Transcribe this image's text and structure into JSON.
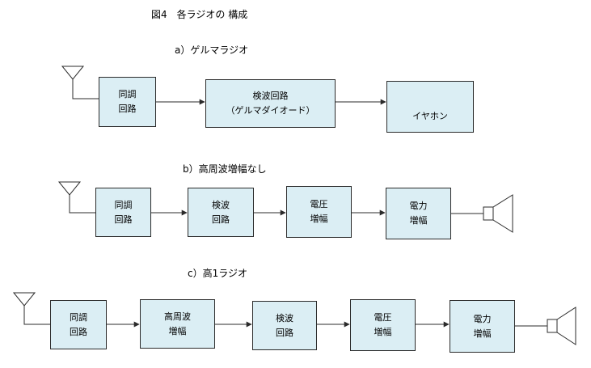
{
  "figure": {
    "title": "図4　各ラジオの 構成"
  },
  "sections": [
    {
      "title": "a）ゲルマラジオ",
      "blocks": [
        {
          "lines": [
            "同調",
            "回路"
          ]
        },
        {
          "lines": [
            "検波回路",
            "（ゲルマダイオード）"
          ]
        },
        {
          "lines": [
            "イヤホン"
          ]
        }
      ]
    },
    {
      "title": "b）高周波増幅なし",
      "blocks": [
        {
          "lines": [
            "同調",
            "回路"
          ]
        },
        {
          "lines": [
            "検波",
            "回路"
          ]
        },
        {
          "lines": [
            "電圧",
            "増幅"
          ]
        },
        {
          "lines": [
            "電力",
            "増幅"
          ]
        }
      ]
    },
    {
      "title": "c）高1ラジオ",
      "blocks": [
        {
          "lines": [
            "同調",
            "回路"
          ]
        },
        {
          "lines": [
            "高周波",
            "増幅"
          ]
        },
        {
          "lines": [
            "検波",
            "回路"
          ]
        },
        {
          "lines": [
            "電圧",
            "増幅"
          ]
        },
        {
          "lines": [
            "電力",
            "増幅"
          ]
        }
      ]
    }
  ],
  "colors": {
    "block_fill": "#dbeef4",
    "stroke": "#2b2b2b"
  }
}
